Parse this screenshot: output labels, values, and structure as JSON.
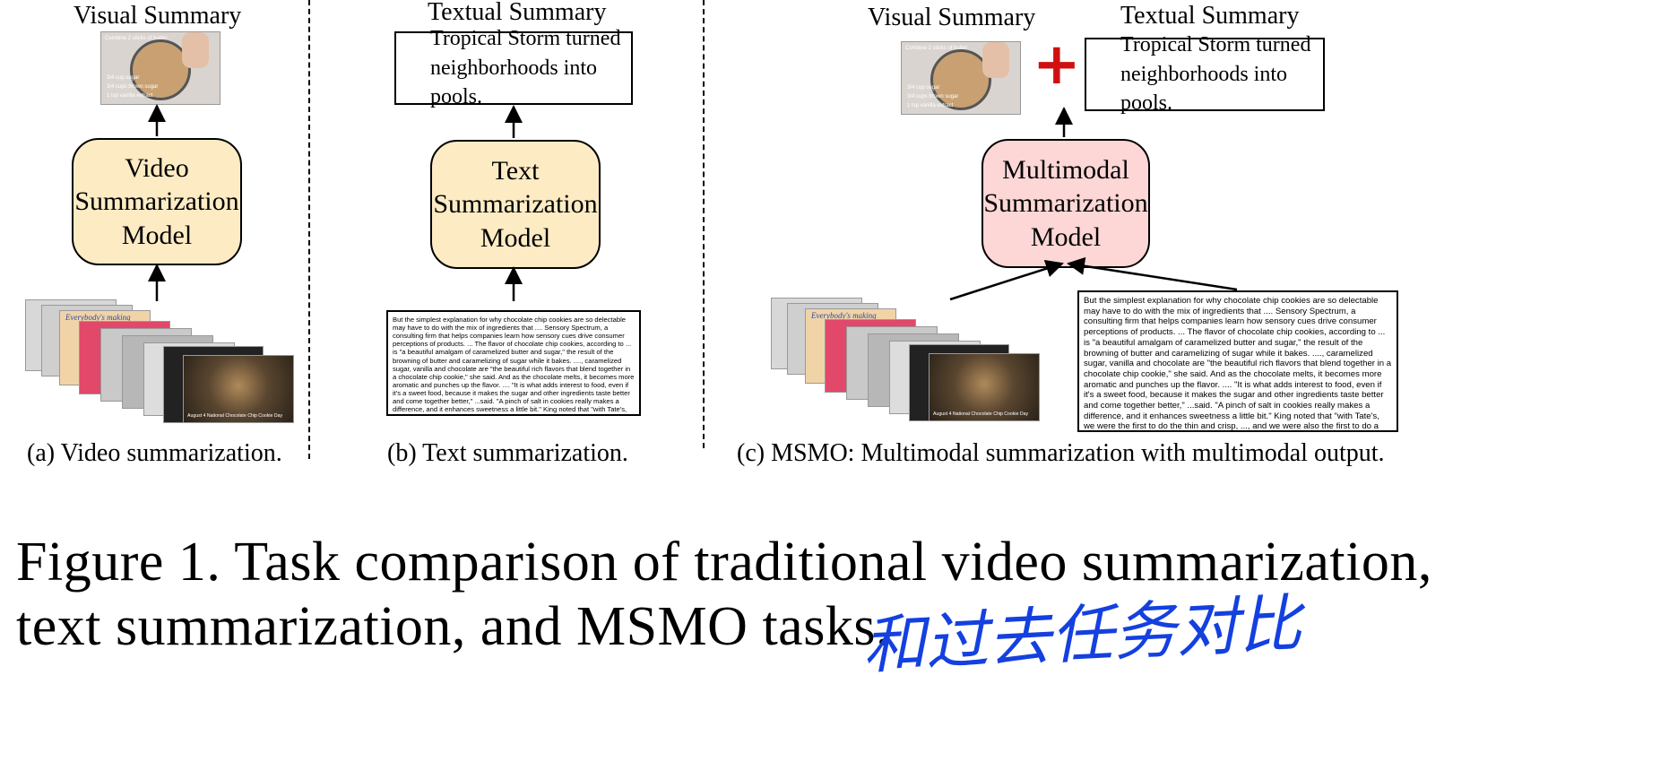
{
  "panel_a": {
    "header": "Visual Summary",
    "model": [
      "Video",
      "Summarization",
      "Model"
    ],
    "caption": "(a) Video summarization."
  },
  "panel_b": {
    "header": "Textual Summary",
    "summary": [
      "Tropical Storm turned",
      "neighborhoods into pools."
    ],
    "model": [
      "Text",
      "Summarization",
      "Model"
    ],
    "caption": "(b) Text summarization."
  },
  "panel_c": {
    "visual_header": "Visual Summary",
    "textual_header": "Textual Summary",
    "summary": [
      "Tropical Storm turned",
      "neighborhoods into pools."
    ],
    "model": [
      "Multimodal",
      "Summarization",
      "Model"
    ],
    "caption": "(c) MSMO: Multimodal summarization with multimodal output."
  },
  "article_text": "But the simplest explanation for why chocolate chip cookies are so delectable may have to do with the mix of ingredients that .... Sensory Spectrum, a consulting firm that helps companies learn how sensory cues drive consumer perceptions of products. ... The flavor of chocolate chip cookies, according to ... is \"a beautiful amalgam of caramelized butter and sugar,\" the result of the browning of butter and caramelizing of sugar while it bakes. ...., caramelized sugar, vanilla and chocolate are \"the beautiful rich flavors that blend together in a chocolate chip cookie,\" she said. And as the chocolate melts, it becomes more aromatic and punches up the flavor. .... \"It is what adds interest to food, even if it's a sweet food, because it makes the sugar and other ingredients taste better and come together better,\" ...said. \"A pinch of salt in cookies really makes a difference, and it enhances sweetness a little bit.\" King noted that \"with Tate's, we were the first to do the thin and crisp, ..., and we were also the first to do a little bit heavier on the salt. People don't even put salt in cookies, ...it tastes flat.\"",
  "frames": {
    "thumb_text_top": "Combine 2 sticks of butter",
    "thumb_lines": [
      "3/4 cup sugar",
      "3/4 cups brown sugar",
      "1 tsp vanilla extract"
    ],
    "frame_title": "Everybody's making",
    "frame_bottom_text": "August 4 National Chocolate Chip Cookie Day"
  },
  "plus_sign": "+",
  "figure_caption": {
    "line1": "Figure 1.  Task comparison of traditional video summarization,",
    "line2": "text summarization, and MSMO tasks."
  },
  "handwritten_note": "和过去任务对比",
  "colors": {
    "yellow_box": "#fdebc4",
    "pink_box": "#fdd6d6",
    "plus": "#d01010",
    "handwriting": "#1440e0"
  }
}
